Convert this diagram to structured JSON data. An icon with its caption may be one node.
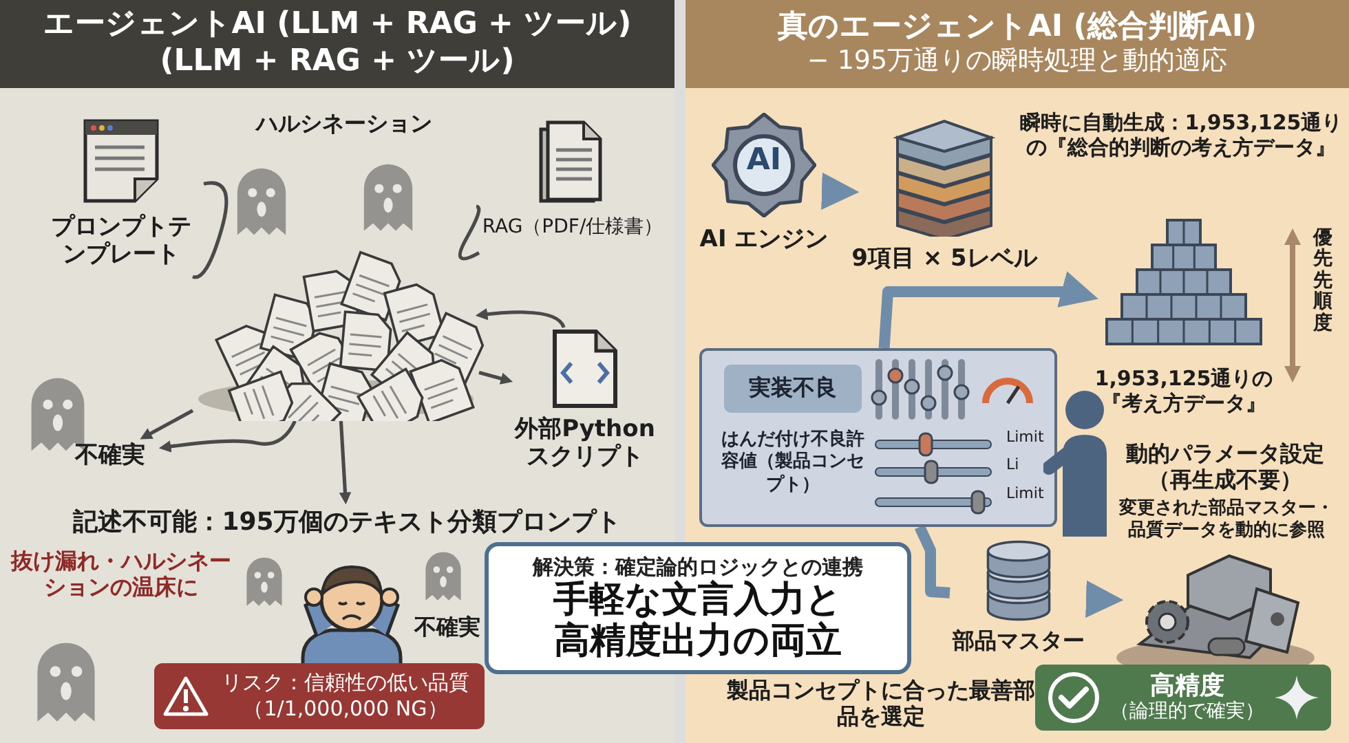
{
  "diagram": {
    "nodes": [
      {
        "text": [
          "エージェントAI (LLM + RAG + ツール)",
          "(LLM + RAG + ツール)"
        ]
      },
      {
        "text": [
          "真のエージェントAI (総合判断AI)",
          "− 195万通りの瞬時処理と動的適応"
        ]
      },
      {
        "text": [
          "プロンプトテンプレート"
        ],
        "in": 0
      },
      {
        "text": [
          "RAG（PDF/仕様書）"
        ],
        "in": 0
      },
      {
        "text": [],
        "shape": "picture",
        "in": 0
      },
      {
        "text": [
          "外部Pythonスクリプト"
        ],
        "in": 0
      },
      {
        "text": [
          "不確実"
        ],
        "in": 0
      },
      {
        "text": [
          "記述不可能：195万個のテキスト分類プロンプト"
        ],
        "in": 0
      },
      {
        "text": [],
        "shape": "person",
        "in": 0
      },
      {
        "text": [
          "リスク：信頼性の低い品質（1/1,000,000 NG）"
        ],
        "in": 0
      },
      {
        "text": [
          "解決策：確定論的ロジックとの連携",
          "手軽な文言入力と高精度出力の両立"
        ]
      },
      {
        "text": [
          "AI",
          "AI エンジン"
        ],
        "in": 1
      },
      {
        "text": [
          "9項目 × 5レベル"
        ],
        "in": 1
      },
      {
        "text": [
          "1,953,125通りの『考え方データ』"
        ],
        "in": 1
      },
      {
        "text": [
          "実装不良",
          "はんだ付け不良許容値（製品コンセプト）"
        ],
        "in": 1
      },
      {
        "text": [],
        "shape": "person",
        "in": 1
      },
      {
        "text": [
          "部品マスター"
        ],
        "in": 1
      },
      {
        "text": [],
        "shape": "picture",
        "in": 1
      },
      {
        "text": [
          "高精度",
          "（論理的で確実）"
        ],
        "in": 1
      }
    ],
    "edges": [
      {
        "from": 2,
        "to": 4,
        "arrow": "none"
      },
      {
        "from": 3,
        "to": 4,
        "arrow": "none"
      },
      {
        "from": 4,
        "to": 5,
        "arrow": "to"
      },
      {
        "from": 5,
        "to": 4,
        "arrow": "to"
      },
      {
        "from": 4,
        "to": 6,
        "arrow": "to"
      },
      {
        "from": 4,
        "to": 6,
        "arrow": "to"
      },
      {
        "from": 4,
        "to": 7,
        "arrow": "to"
      },
      {
        "from": 11,
        "to": 12,
        "arrow": "to",
        "style": "thick",
        "color": "#6f8ca8"
      },
      {
        "from": 14,
        "to": 13,
        "arrow": "to",
        "style": "thick",
        "color": "#6f8ca8"
      },
      {
        "from": 14,
        "to": 16,
        "arrow": "none",
        "style": "thick",
        "color": "#6f8ca8"
      },
      {
        "from": 16,
        "to": 17,
        "arrow": "to",
        "style": "thick",
        "color": "#6f8ca8"
      }
    ],
    "labels": [
      "ハルシネーション",
      "抜け漏れ・ハルシネーションの温床に",
      "不確実",
      "瞬時に自動生成：1,953,125通りの『総合的判断の考え方データ』",
      "優先先順度",
      "Limit",
      "Li",
      "Limit",
      "動的パラメータ設定（再生成不要）",
      "変更された部品マスター・品質データを動的に参照",
      "製品コンセプトに合った最善部品を選定"
    ]
  }
}
